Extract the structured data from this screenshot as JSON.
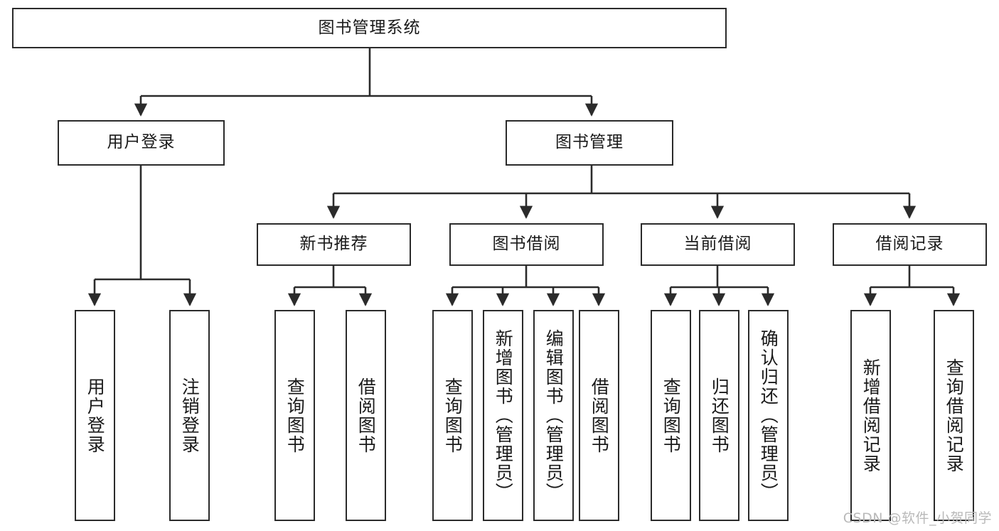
{
  "diagram": {
    "title": "图书管理系统",
    "type": "tree-structure-chart",
    "watermark": "CSDN @软件_小贺同学",
    "colors": {
      "box_border": "#2b2b2b",
      "box_fill": "#ffffff",
      "connector": "#2b2b2b",
      "text": "#1a1a1a",
      "watermark": "#b9b9b9"
    },
    "root": {
      "label": "图书管理系统"
    },
    "level2": [
      {
        "label": "用户登录"
      },
      {
        "label": "图书管理"
      }
    ],
    "level3": [
      {
        "label": "新书推荐"
      },
      {
        "label": "图书借阅"
      },
      {
        "label": "当前借阅"
      },
      {
        "label": "借阅记录"
      }
    ],
    "leaves": {
      "user_login": [
        {
          "label": "用户登录"
        },
        {
          "label": "注销登录"
        }
      ],
      "new_book_recommend": [
        {
          "label": "查询图书"
        },
        {
          "label": "借阅图书"
        }
      ],
      "book_borrow": [
        {
          "label": "查询图书"
        },
        {
          "label": "新增图书（管理员）"
        },
        {
          "label": "编辑图书（管理员）"
        },
        {
          "label": "借阅图书"
        }
      ],
      "current_borrow": [
        {
          "label": "查询图书"
        },
        {
          "label": "归还图书"
        },
        {
          "label": "确认归还（管理员）"
        }
      ],
      "borrow_record": [
        {
          "label": "新增借阅记录"
        },
        {
          "label": "查询借阅记录"
        }
      ]
    }
  }
}
